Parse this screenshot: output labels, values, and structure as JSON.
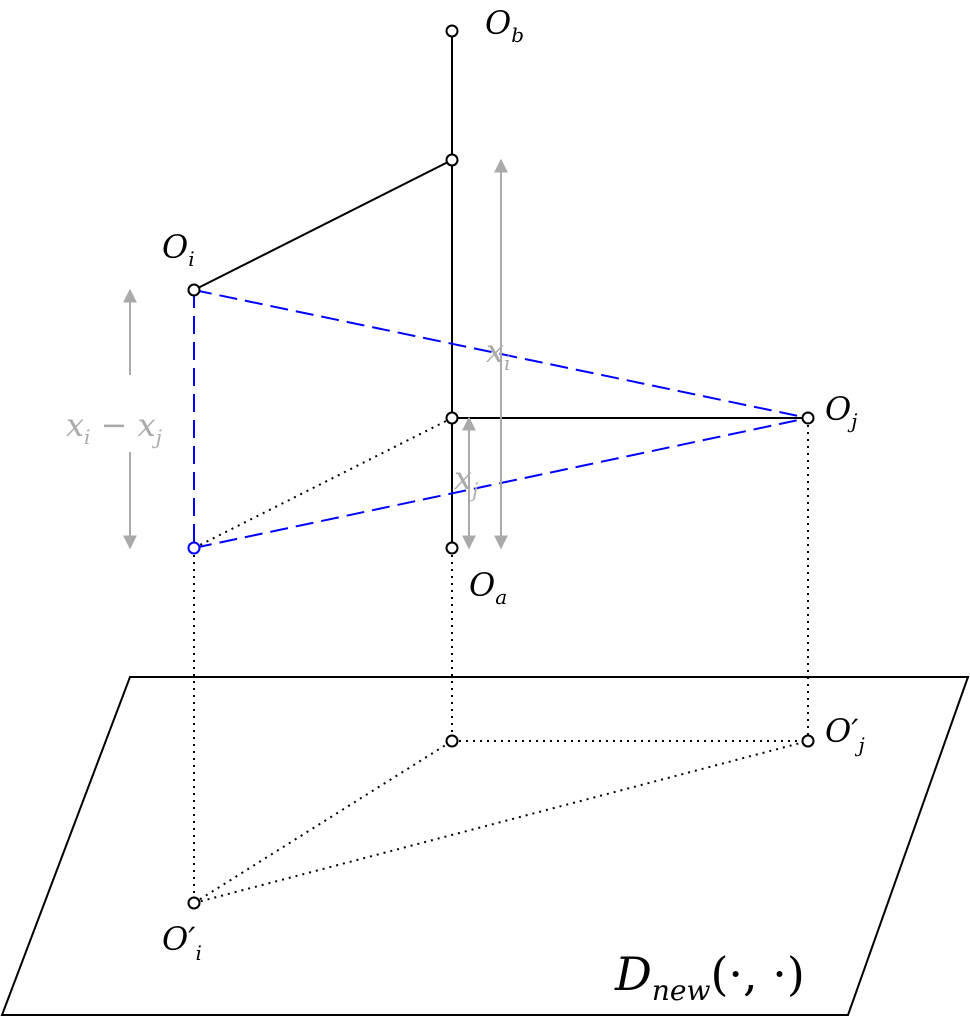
{
  "labels": {
    "ob": {
      "main": "O",
      "sub": "b"
    },
    "oi": {
      "main": "O",
      "sub": "i"
    },
    "oj": {
      "main": "O",
      "sub": "j"
    },
    "oa": {
      "main": "O",
      "sub": "a"
    },
    "oj_prime": {
      "main": "O′",
      "sub": "j"
    },
    "oi_prime": {
      "main": "O′",
      "sub": "i"
    },
    "plane": {
      "main": "D",
      "sub": "new",
      "tail": "(·, ·)"
    },
    "xi_minus_xj": {
      "a": "x",
      "a_sub": "i",
      "op": " − ",
      "b": "x",
      "b_sub": "j"
    },
    "xi": {
      "main": "x",
      "sub": "i"
    },
    "xj": {
      "main": "x",
      "sub": "j"
    }
  },
  "colors": {
    "line": "#000000",
    "highlight": "#0000ff",
    "dimension": "#aaaaaa",
    "background": "#ffffff"
  }
}
